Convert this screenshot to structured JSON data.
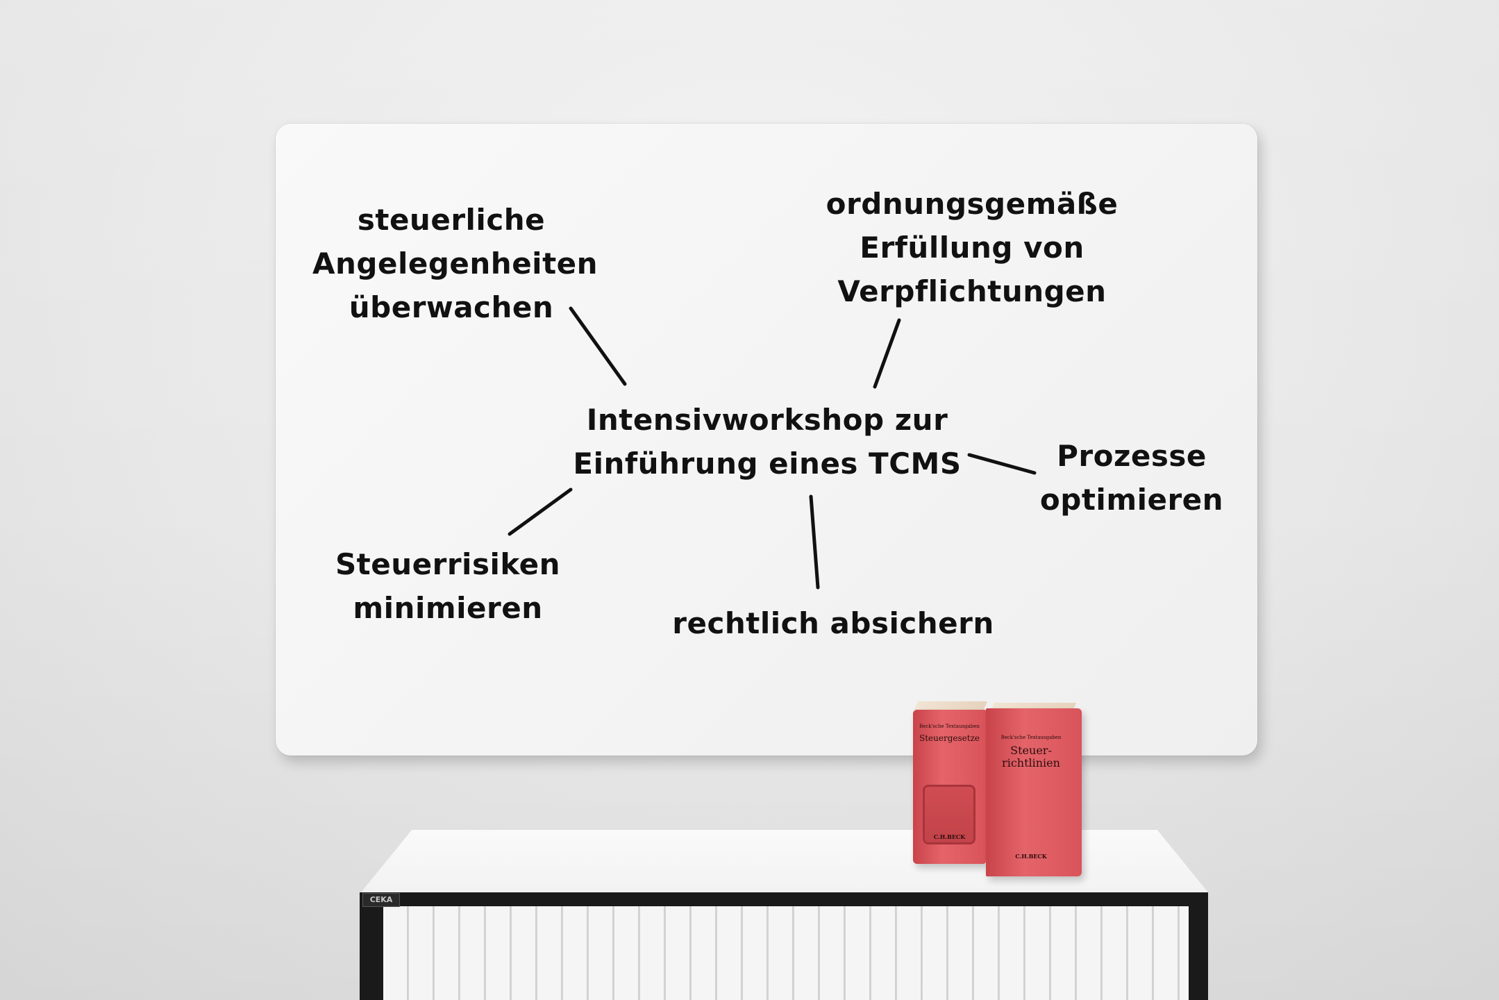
{
  "whiteboard": {
    "center_topic": "Intensivworkshop zur\nEinführung eines TCMS",
    "nodes": {
      "top_left": "steuerliche\nAngelegenheiten\nüberwachen",
      "top_right": "ordnungsgemäße\nErfüllung von\nVerpflichtungen",
      "right": "Prozesse\noptimieren",
      "bottom_left": "Steuerrisiken\nminimieren",
      "bottom": "rechtlich absichern"
    }
  },
  "books": {
    "left": {
      "series": "Beck'sche Textausgaben",
      "title": "Steuergesetze",
      "publisher": "C.H.BECK"
    },
    "right": {
      "series": "Beck'sche Textausgaben",
      "title": "Steuer-\nrichtlinien",
      "publisher": "C.H.BECK"
    }
  },
  "cabinet": {
    "brand": "CEKA"
  },
  "colors": {
    "wall": "#e9e9e9",
    "whiteboard": "#f6f6f6",
    "marker": "#111111",
    "book_red": "#d9545a",
    "cabinet_frame": "#1a1a1a"
  }
}
